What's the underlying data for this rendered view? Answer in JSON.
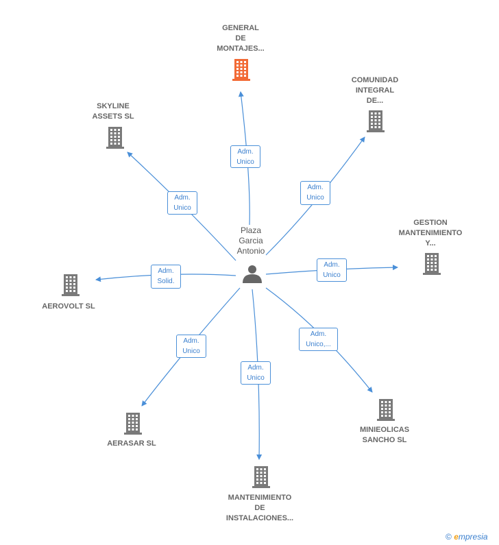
{
  "center": {
    "name": "Plaza\nGarcia\nAntonio",
    "icon": "person-icon"
  },
  "colors": {
    "edge": "#4a8fd8",
    "node": "#7a7a7a",
    "highlight": "#f26a35",
    "label": "#666666"
  },
  "companies": [
    {
      "id": "general",
      "name": "GENERAL\nDE\nMONTAJES...",
      "role": "Adm.\nUnico",
      "highlight": true
    },
    {
      "id": "comunidad",
      "name": "COMUNIDAD\nINTEGRAL\nDE...",
      "role": "Adm.\nUnico",
      "highlight": false
    },
    {
      "id": "gestion",
      "name": "GESTION\nMANTENIMIENTO\nY...",
      "role": "Adm.\nUnico",
      "highlight": false
    },
    {
      "id": "minieolicas",
      "name": "MINIEOLICAS\nSANCHO SL",
      "role": "Adm.\nUnico,...",
      "highlight": false
    },
    {
      "id": "mantenimiento",
      "name": "MANTENIMIENTO\nDE\nINSTALACIONES...",
      "role": "Adm.\nUnico",
      "highlight": false
    },
    {
      "id": "aerasar",
      "name": "AERASAR SL",
      "role": "Adm.\nUnico",
      "highlight": false
    },
    {
      "id": "aerovolt",
      "name": "AEROVOLT SL",
      "role": "Adm.\nSolid.",
      "highlight": false
    },
    {
      "id": "skyline",
      "name": "SKYLINE\nASSETS  SL",
      "role": "Adm.\nUnico",
      "highlight": false
    }
  ],
  "watermark": {
    "symbol": "©",
    "brand_initial": "e",
    "brand_rest": "mpresia"
  }
}
